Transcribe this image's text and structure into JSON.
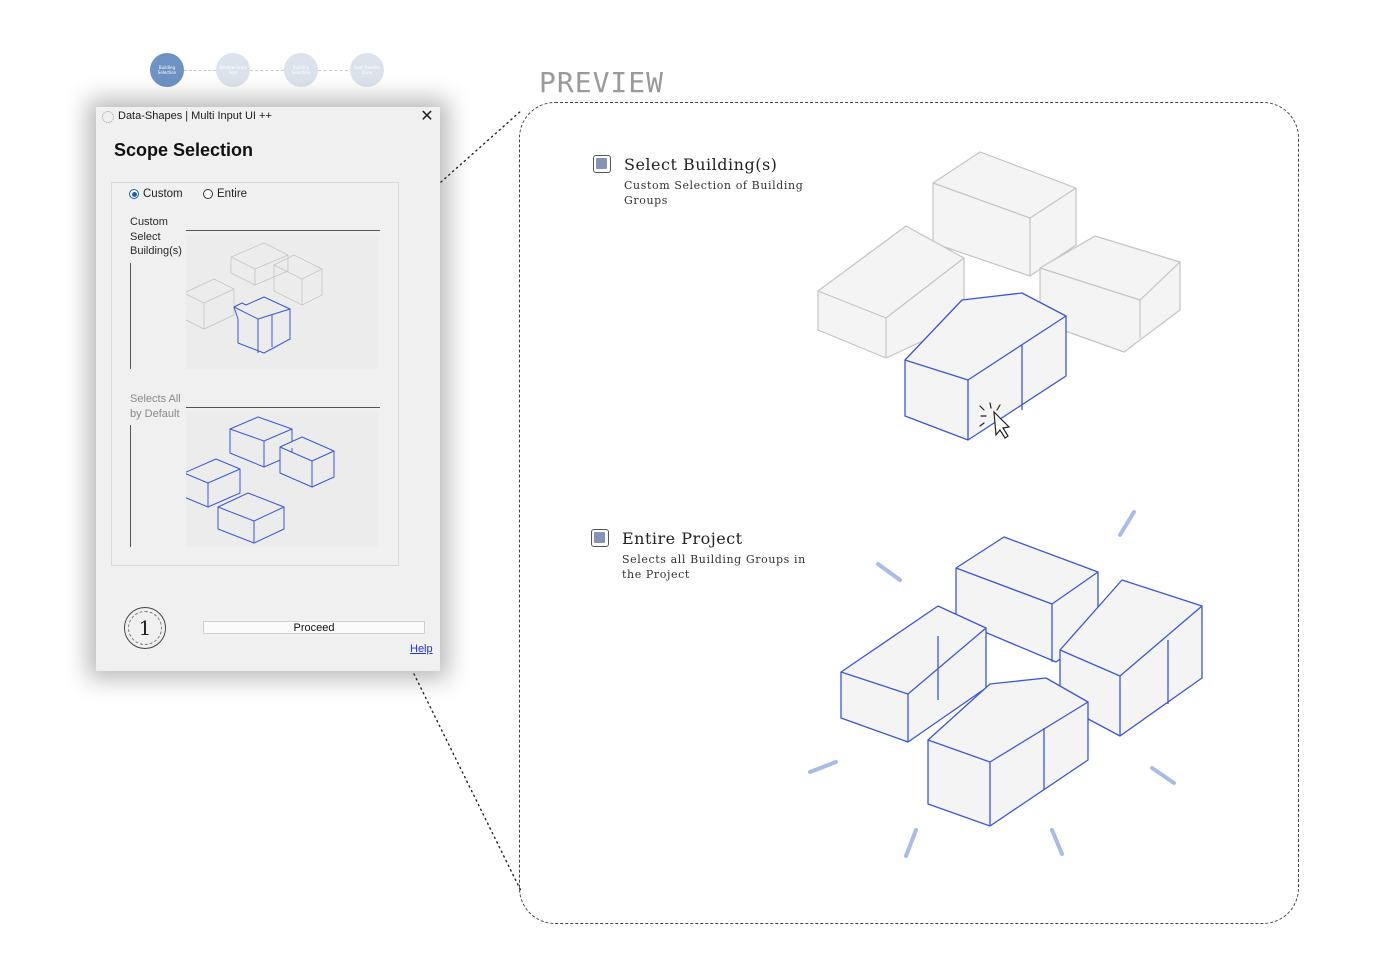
{
  "steps": [
    {
      "label": "Building Selection",
      "state": "active"
    },
    {
      "label": "Window Scale Size",
      "state": "pending"
    },
    {
      "label": "Building Selection",
      "state": "pending"
    },
    {
      "label": "Roof Transfer Zone",
      "state": "pending"
    }
  ],
  "dialog": {
    "title": "Data-Shapes | Multi Input UI ++",
    "close_glyph": "✕",
    "heading": "Scope Selection",
    "radio_options": [
      {
        "label": "Custom",
        "selected": true
      },
      {
        "label": "Entire",
        "selected": false
      }
    ],
    "custom_field_label": "Custom Select Building(s)",
    "entire_field_label": "Selects All by Default",
    "step_number": "1",
    "proceed_label": "Proceed",
    "help_label": "Help"
  },
  "preview": {
    "title": "PREVIEW",
    "options": [
      {
        "title": "Select Building(s)",
        "description": "Custom Selection of Building Groups"
      },
      {
        "title": "Entire Project",
        "description": "Selects all Building Groups in the Project"
      }
    ]
  },
  "colors": {
    "accent": "#6f92c5",
    "selected_outline": "#3b57d6",
    "unselected_outline": "#c4c4c4",
    "option_fill": "#8494b4"
  },
  "icons": {
    "pointer": "cursor-click-icon",
    "title": "dotted-circle-icon"
  }
}
